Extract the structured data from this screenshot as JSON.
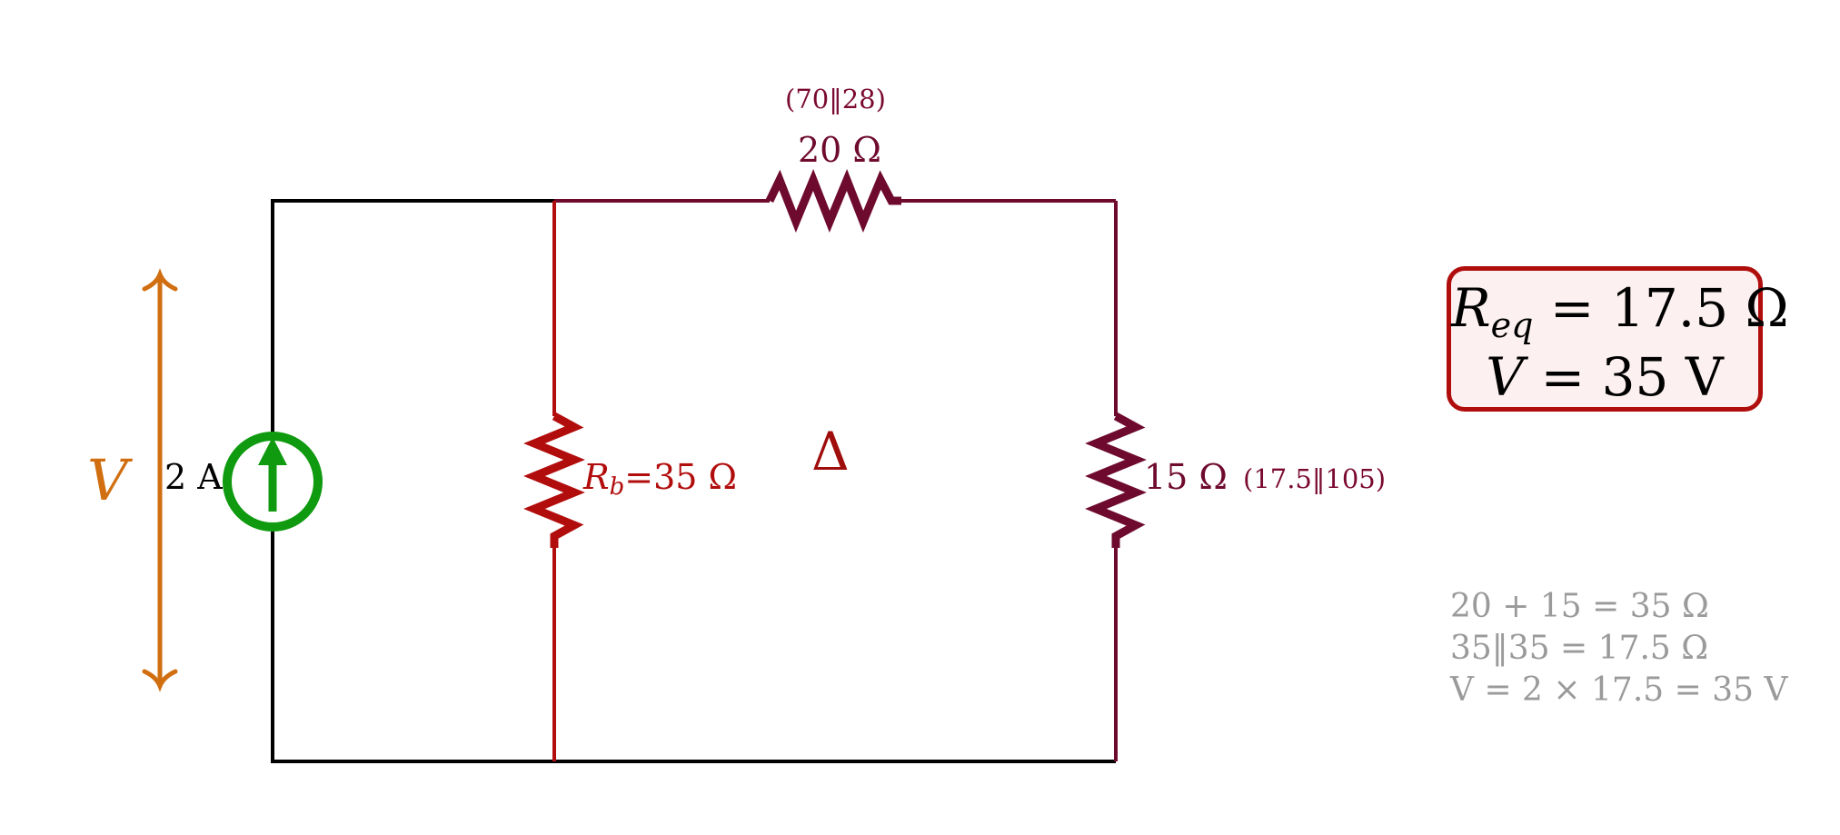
{
  "resistor_top": {
    "note": "(70‖28)",
    "value": "20 Ω"
  },
  "resistor_rb": {
    "symbol": "R",
    "subscript": "b",
    "value": "=35 Ω"
  },
  "resistor_right": {
    "value": "15 Ω",
    "note": "(17.5‖105)"
  },
  "delta_label": "Δ",
  "source": {
    "value": "2 A"
  },
  "voltage_label": "V",
  "result": {
    "req_symbol": "R",
    "req_subscript": "eq",
    "req_value": " = 17.5 Ω",
    "v_symbol": "V",
    "v_value": " = 35 V"
  },
  "work_lines": [
    "20 + 15 = 35 Ω",
    "35‖35 = 17.5 Ω",
    "V = 2 × 17.5 = 35 V"
  ],
  "colors": {
    "wire": "#000000",
    "delta_dark": "#6e0a2e",
    "delta_red": "#b20d0d",
    "source": "#0f9a0f",
    "voltage_arrow": "#d06e10",
    "result_border": "#b00d0d",
    "result_fill": "#fdf0f0",
    "work_text": "#9a9a9a"
  }
}
